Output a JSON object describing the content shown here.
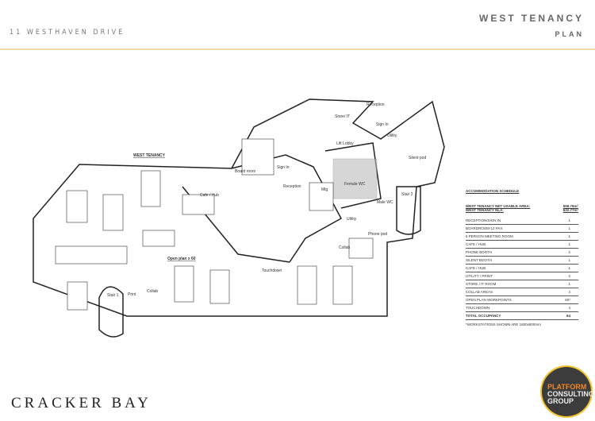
{
  "header": {
    "address": "11 WESTHAVEN DRIVE",
    "title": "WEST TENANCY",
    "subtitle": "PLAN"
  },
  "footer": {
    "brand": "CRACKER BAY",
    "logo": {
      "line1": "PLATFORM",
      "line2": "CONSULTING",
      "line3": "GROUP"
    }
  },
  "colors": {
    "rule": "#f0d9a6",
    "logo_bg": "#3c3c3c",
    "logo_accent": "#f0862a",
    "logo_ring": "#f2c230"
  },
  "plan_labels": {
    "west_tenancy": "WEST TENANCY",
    "reception_top": "Reception",
    "store_it": "Store/ IT",
    "sign_in_top": "Sign In",
    "lift_lobby": "Lift Lobby",
    "utility_top": "Utility",
    "silent_pod": "Silent pod",
    "board_room": "Board room",
    "cafe_hub": "Cafe / Hub",
    "sign_in": "Sign In",
    "reception": "Reception",
    "mtg": "Mtg",
    "female_wc": "Female WC",
    "male_wc": "Male WC",
    "stair_2": "Stair 2",
    "utility": "Utility",
    "phone_pod": "Phone pod",
    "collab_right": "Collab",
    "open_plan": "Open plan x 60",
    "touchdown": "Touchdown",
    "stair_1": "Stair 1",
    "print": "Print",
    "collab_left": "Collab"
  },
  "schedule": {
    "title": "ACCOMMODATION SCHEDULE",
    "usable_label": "WEST TENANCY NET USABLE AREA:",
    "usable_value": "559.76m²",
    "nla_label": "WEST TENANCY NLA:",
    "nla_value": "632.77m²",
    "rows": [
      {
        "name": "RECEPTION/SIGN IN",
        "qty": "1"
      },
      {
        "name": "BOARDROOM-12 PAX",
        "qty": "1"
      },
      {
        "name": "6 PERSON MEETING ROOM",
        "qty": "1"
      },
      {
        "name": "CAFE / HUB",
        "qty": "1"
      },
      {
        "name": "PHONE BOOTH",
        "qty": "2"
      },
      {
        "name": "SILENT BOOTH",
        "qty": "1"
      },
      {
        "name": "CAFE / HUB",
        "qty": "1"
      },
      {
        "name": "UTILITY / PRINT",
        "qty": "2"
      },
      {
        "name": "STORE / IT ROOM",
        "qty": "1"
      },
      {
        "name": "COLLAB AREAS",
        "qty": "4"
      },
      {
        "name": "OPEN PLAN WORKPOINTS",
        "qty": "60*"
      },
      {
        "name": "TOUCHDOWN",
        "qty": "4"
      }
    ],
    "total": {
      "name": "TOTAL OCCUPANCY",
      "qty": "64"
    },
    "note": "*WORKSTATIONS SHOWN ARE 1600x800mm"
  }
}
